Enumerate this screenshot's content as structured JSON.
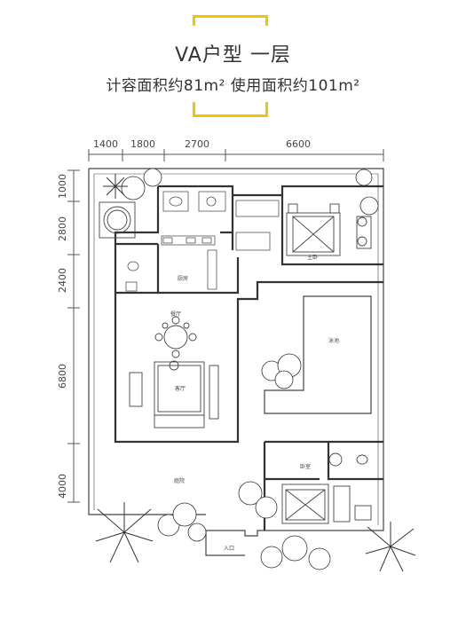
{
  "header": {
    "title": "VA户型 一层",
    "subtitle": "计容面积约81m² 使用面积约101m²",
    "accent_color": "#f5c400"
  },
  "dimensions": {
    "top": [
      "1400",
      "1800",
      "2700",
      "6600"
    ],
    "left": [
      "1000",
      "2800",
      "2400",
      "6800",
      "4000"
    ]
  },
  "rooms": {
    "master_bedroom": "主卧",
    "kitchen": "厨房",
    "dining": "餐厅",
    "living": "客厅",
    "pool": "泳池",
    "bedroom": "卧室",
    "courtyard": "庭院",
    "entrance": "入口"
  }
}
